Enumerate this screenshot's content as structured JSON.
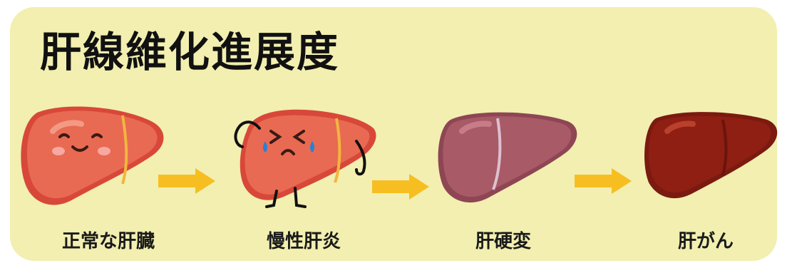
{
  "title": "肝線維化進展度",
  "stages": [
    {
      "label": "正常な肝臓"
    },
    {
      "label": "慢性肝炎"
    },
    {
      "label": "肝硬変"
    },
    {
      "label": "肝がん"
    }
  ],
  "colors": {
    "background": "#f2efb0",
    "arrow": "#f7be22",
    "normal_liver": "#e0543f",
    "hepatitis_liver": "#e0543f",
    "cirrhosis_liver": "#a85a66",
    "cancer_liver": "#8e1f12"
  }
}
